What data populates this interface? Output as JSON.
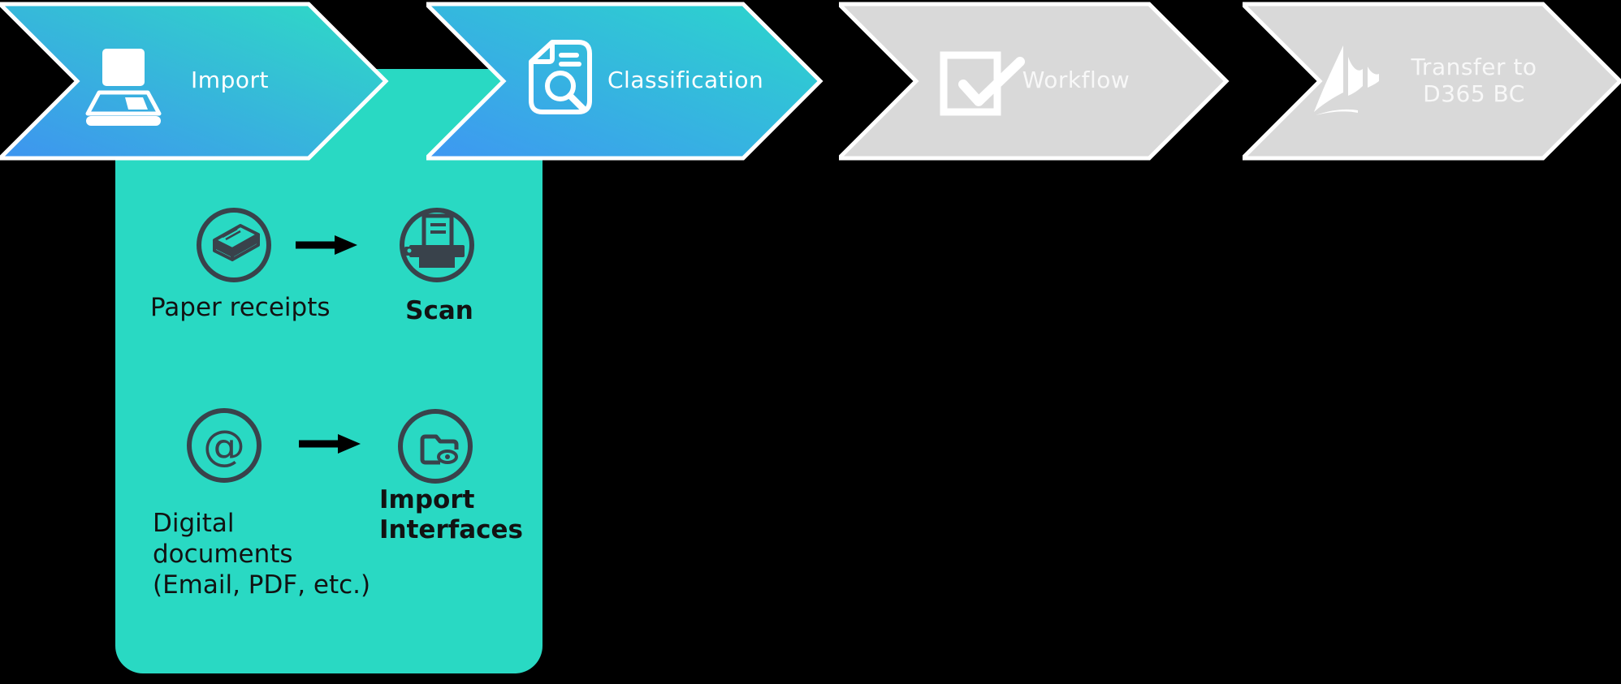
{
  "pipeline": {
    "steps": [
      {
        "label": "Import",
        "icon": "scanner-icon",
        "state": "active"
      },
      {
        "label": "Classification",
        "icon": "document-search-icon",
        "state": "active"
      },
      {
        "label": "Workflow",
        "icon": "checkbox-icon",
        "state": "inactive"
      },
      {
        "label": "Transfer to\nD365 BC",
        "icon": "dynamics-icon",
        "state": "inactive"
      }
    ]
  },
  "import_detail": {
    "rows": [
      {
        "source_label": "Paper receipts",
        "source_icon": "paper-stack-icon",
        "method_label": "Scan",
        "method_icon": "scan-icon"
      },
      {
        "source_label": "Digital\ndocuments\n(Email, PDF, etc.)",
        "source_icon": "at-icon",
        "method_label": "Import\nInterfaces",
        "method_icon": "import-interfaces-icon"
      }
    ]
  },
  "colors": {
    "gradient_blue": "#3E94F0",
    "gradient_teal": "#2EDCC4",
    "panel_teal": "#29D9C3",
    "inactive_gray": "#D9D9D9",
    "icon_ink": "#39424B",
    "label_white": "#FFFFFF",
    "background": "#000000"
  }
}
